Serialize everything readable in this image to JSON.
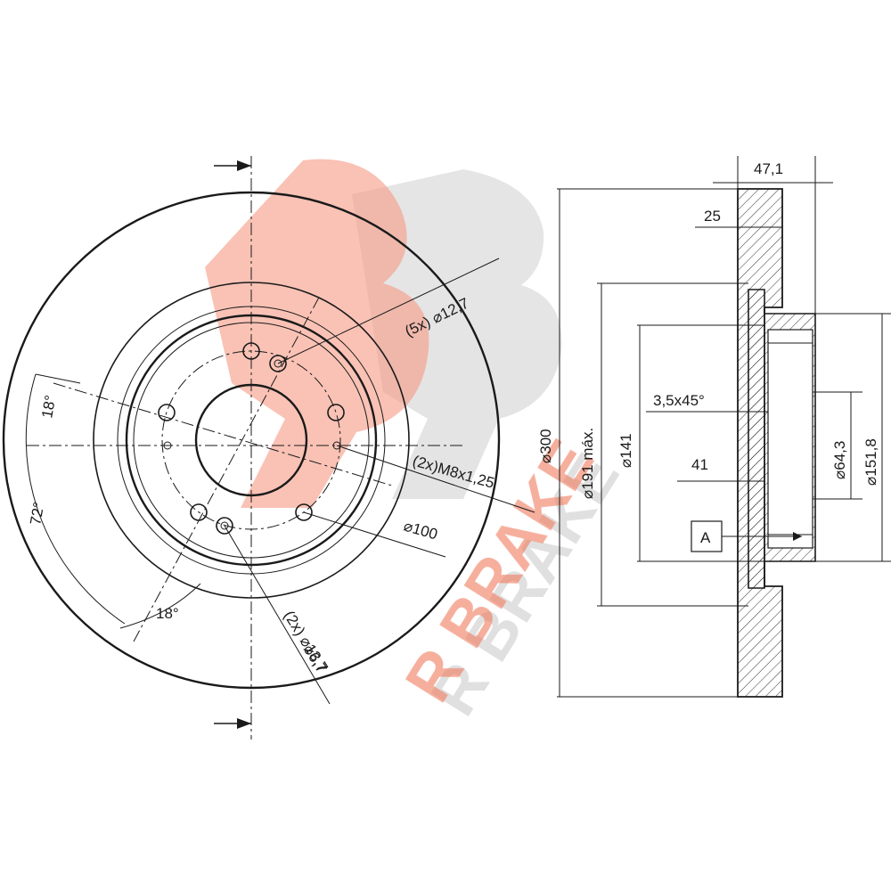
{
  "watermark": {
    "text": "R BRAKE",
    "color_front": "#f07a5c",
    "color_shadow": "#c8c8c8"
  },
  "front_view": {
    "bolt_hole_label": "(5x) ⌀12,7",
    "thread_label": "(2x)M8x1,25",
    "pcd_label": "⌀100",
    "small_holes_label_1": "(2x) ⌀13,7",
    "small_holes_label_2": "⌀6,7",
    "angle_top": "18°",
    "angle_left": "72°",
    "angle_bottom": "18°"
  },
  "side_view": {
    "thickness_total": "47,1",
    "thickness_disc": "25",
    "diameter_outer": "⌀300",
    "diameter_191": "⌀191 máx.",
    "diameter_141": "⌀141",
    "chamfer": "3,5x45°",
    "height_41": "41",
    "datum": "A",
    "diameter_64": "⌀64,3",
    "diameter_151": "⌀151,8"
  }
}
